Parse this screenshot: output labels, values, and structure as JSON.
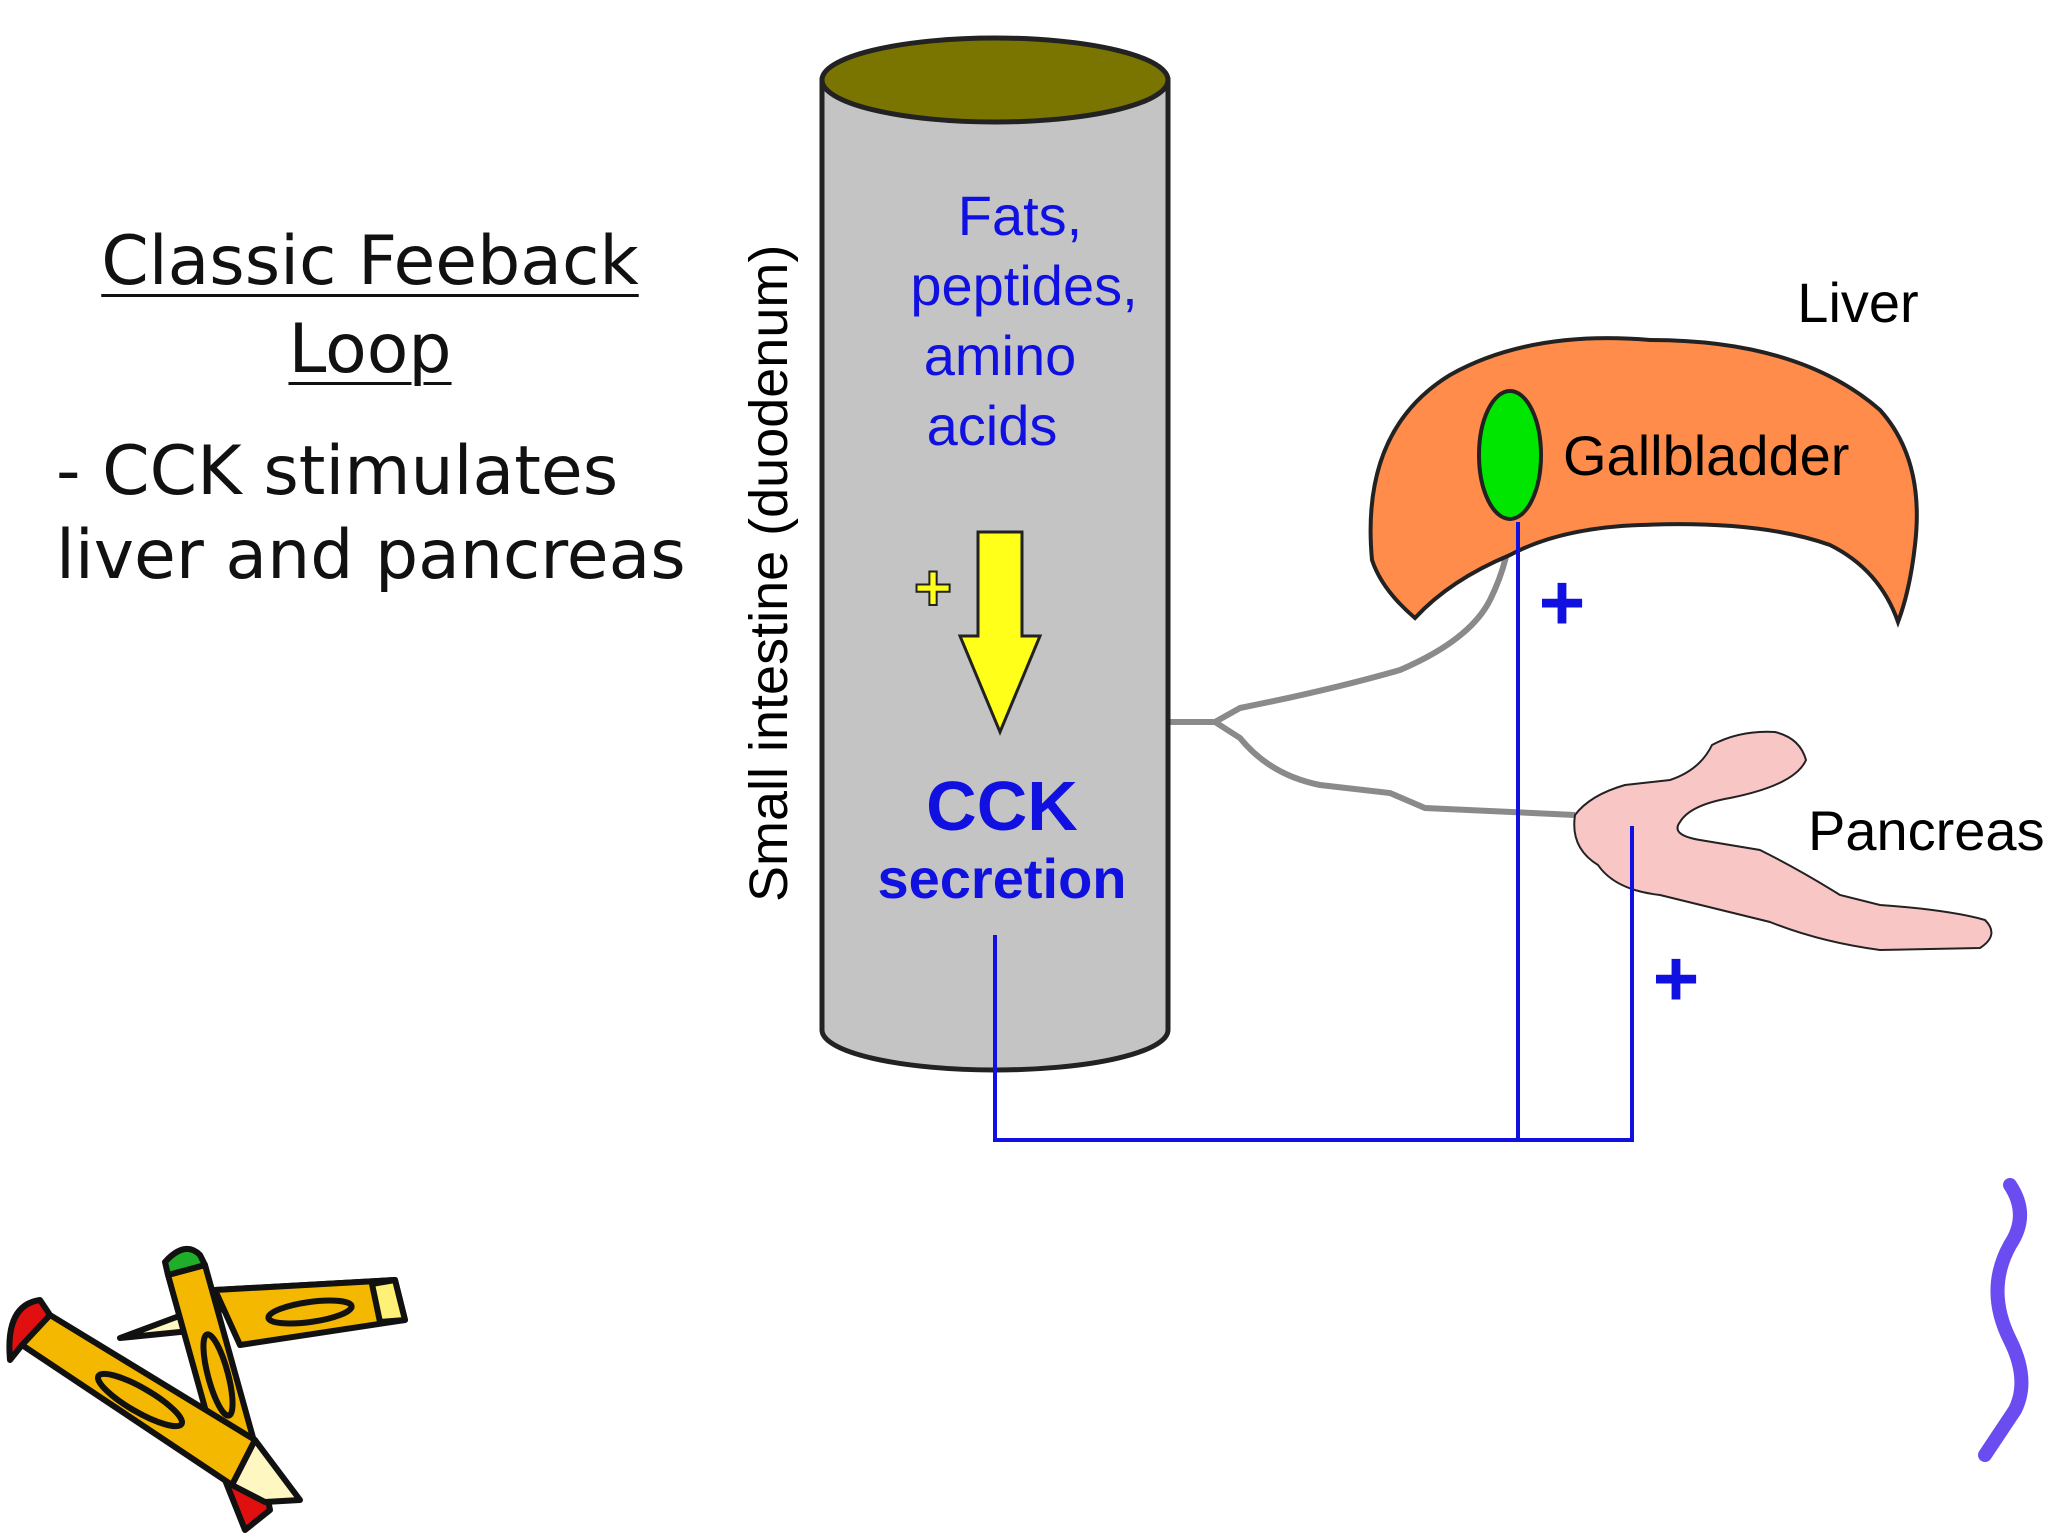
{
  "slide": {
    "title_line1": "Classic Feeback",
    "title_line2": "Loop",
    "bullet_line1": "- CCK stimulates",
    "bullet_line2": "liver and pancreas"
  },
  "diagram": {
    "vertical_label": "Small intestine (duodenum)",
    "inputs_lines": [
      "Fats,",
      "peptides,",
      "amino",
      "acids"
    ],
    "plus_sign": "+",
    "cck_line1": "CCK",
    "cck_line2": "secretion",
    "liver_label": "Liver",
    "gallbladder_label": "Gallbladder",
    "pancreas_label": "Pancreas",
    "gallbladder_plus": "+",
    "pancreas_plus": "+",
    "colors": {
      "intestine_body": "#c4c4c4",
      "intestine_top": "#7a7400",
      "liver": "#ff8c4a",
      "gallbladder": "#00e600",
      "pancreas": "#f9c6c6",
      "feedback_line": "#1010e0",
      "nerve": "#8a8a8a",
      "arrow": "#ffff1a"
    }
  },
  "clipart": {
    "icons": [
      "crayons-icon",
      "bracket-icon"
    ]
  }
}
